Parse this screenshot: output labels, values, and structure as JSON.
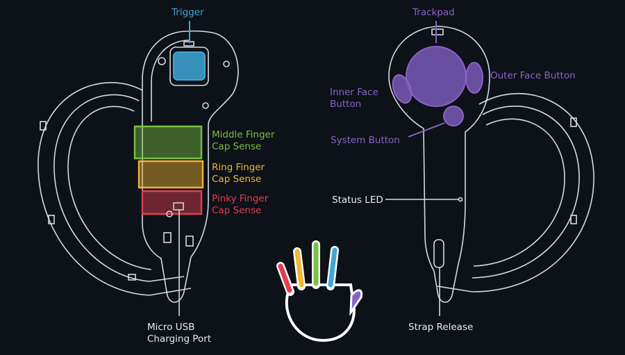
{
  "colors": {
    "background": "#0d1118",
    "outline": "#d6dae3",
    "trigger": "#3fa7d6",
    "middle": "#7ac143",
    "ring": "#f2b632",
    "pinky": "#e2404f",
    "face": "#7a5ab8",
    "label_white": "#e8eaf0",
    "hand_finger_index": "#3fa7d6",
    "hand_finger_thumb": "#8a63c8"
  },
  "labels": {
    "trigger": "Trigger",
    "middle_finger": [
      "Middle Finger",
      "Cap Sense"
    ],
    "ring_finger": [
      "Ring Finger",
      "Cap Sense"
    ],
    "pinky_finger": [
      "Pinky Finger",
      "Cap Sense"
    ],
    "micro_usb": [
      "Micro USB",
      "Charging Port"
    ],
    "trackpad": "Trackpad",
    "outer_face_button": "Outer Face Button",
    "inner_face_button": [
      "Inner Face",
      "Button"
    ],
    "system_button": "System Button",
    "status_led": "Status LED",
    "strap_release": "Strap Release"
  },
  "icons": {
    "hand": "hand-icon"
  }
}
